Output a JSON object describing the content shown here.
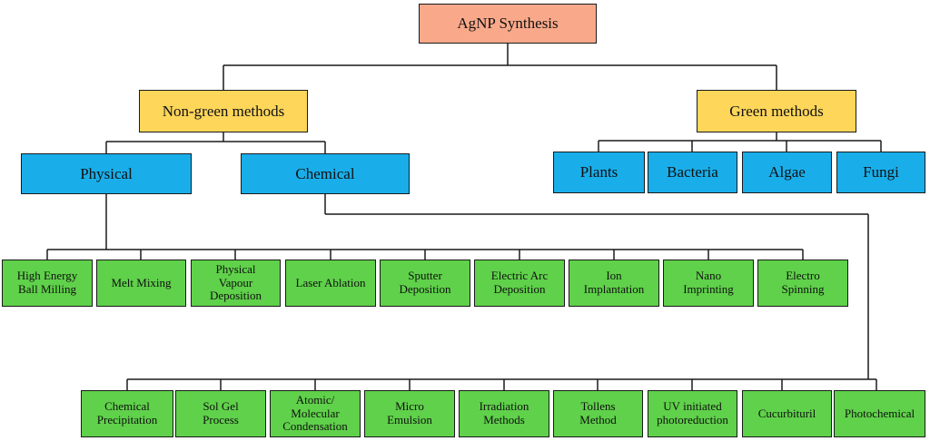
{
  "root": {
    "label": "AgNP Synthesis",
    "color": "#f9a98a"
  },
  "categories": [
    {
      "label": "Non-green methods",
      "color": "#fdd65a"
    },
    {
      "label": "Green methods",
      "color": "#fdd65a"
    }
  ],
  "non_green": [
    {
      "label": "Physical",
      "color": "#19aeea"
    },
    {
      "label": "Chemical",
      "color": "#19aeea"
    }
  ],
  "green": [
    {
      "label": "Plants"
    },
    {
      "label": "Bacteria"
    },
    {
      "label": "Algae"
    },
    {
      "label": "Fungi"
    }
  ],
  "physical_methods": [
    {
      "label": "High Energy\nBall Milling"
    },
    {
      "label": "Melt Mixing"
    },
    {
      "label": "Physical\nVapour\nDeposition"
    },
    {
      "label": "Laser Ablation"
    },
    {
      "label": "Sputter\nDeposition"
    },
    {
      "label": "Electric Arc\nDeposition"
    },
    {
      "label": "Ion\nImplantation"
    },
    {
      "label": "Nano\nImprinting"
    },
    {
      "label": "Electro\nSpinning"
    }
  ],
  "chemical_methods": [
    {
      "label": "Chemical\nPrecipitation"
    },
    {
      "label": "Sol Gel\nProcess"
    },
    {
      "label": "Atomic/\nMolecular\nCondensation"
    },
    {
      "label": "Micro\nEmulsion"
    },
    {
      "label": "Irradiation\nMethods"
    },
    {
      "label": "Tollens\nMethod"
    },
    {
      "label": "UV initiated\nphotoreduction"
    },
    {
      "label": "Cucurbituril"
    },
    {
      "label": "Photochemical"
    }
  ],
  "leaf_color": "#5fd14a"
}
